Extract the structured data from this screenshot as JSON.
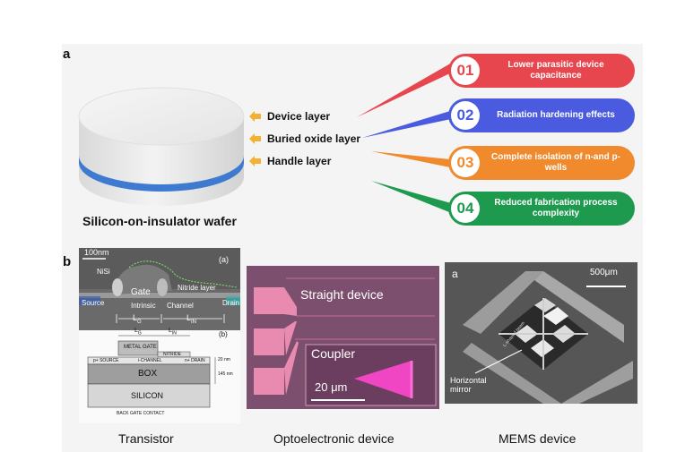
{
  "panel_a": {
    "letter": "a",
    "wafer_caption": "Silicon-on-insulator wafer",
    "layers": [
      "Device layer",
      "Buried oxide layer",
      "Handle layer"
    ],
    "benefits": [
      {
        "num": "01",
        "text": "Lower parasitic device capacitance",
        "color": "#e8464f"
      },
      {
        "num": "02",
        "text": "Radiation hardening effects",
        "color": "#4a5be0"
      },
      {
        "num": "03",
        "text": "Complete isolation of n-and p-wells",
        "color": "#f08a2c"
      },
      {
        "num": "04",
        "text": "Reduced fabrication process complexity",
        "color": "#1e9a4f"
      }
    ]
  },
  "panel_b": {
    "letter": "b",
    "transistor": {
      "caption": "Transistor",
      "sem": {
        "scale": "100nm",
        "tag": "(a)",
        "nisi": "NiSi",
        "gate": "Gate",
        "nitride": "Nitride layer",
        "source": "Source",
        "drain": "Drain",
        "intrinsic": "Intrinsic",
        "channel": "Channel",
        "lg": "L",
        "lg_sub": "G",
        "lin": "L",
        "lin_sub": "IN"
      },
      "schematic": {
        "tag": "(b)",
        "lg": "L",
        "lg_sub": "G",
        "lin": "L",
        "lin_sub": "IN",
        "metal_gate": "METAL GATE",
        "nitride": "NITRIDE",
        "p_source": "p+ SOURCE",
        "i_channel": "i-CHANNEL",
        "n_drain": "n+ DRAIN",
        "dim1": "20 nm",
        "dim2": "145 nm",
        "box": "BOX",
        "silicon": "SILICON",
        "back_gate": "BACK GATE CONTACT"
      }
    },
    "opto": {
      "caption": "Optoelectronic device",
      "straight": "Straight device",
      "coupler": "Coupler",
      "scale": "20 μm"
    },
    "mems": {
      "caption": "MEMS device",
      "tag": "a",
      "scale": "500μm",
      "mirror": "Horizontal mirror",
      "beam": "L-shaped beam"
    }
  }
}
